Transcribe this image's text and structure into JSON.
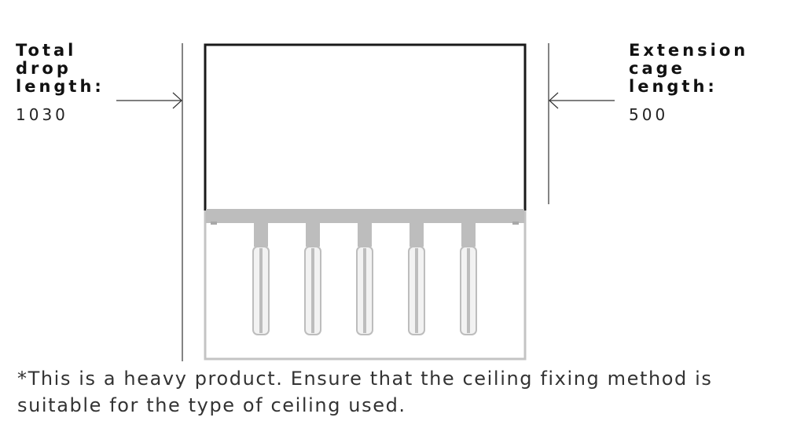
{
  "total_drop": {
    "label": "Total\ndrop\nlength:",
    "value": "1030"
  },
  "extension_cage": {
    "label": "Extension\ncage\nlength:",
    "value": "500"
  },
  "footnote": "*This is a heavy product. Ensure that the ceiling fixing method is suitable for the type of ceiling used.",
  "light_count": 5,
  "colors": {
    "line": "#1a1a1a",
    "fixture": "#bdbdbd",
    "glass_highlight": "#f2f2f2"
  }
}
